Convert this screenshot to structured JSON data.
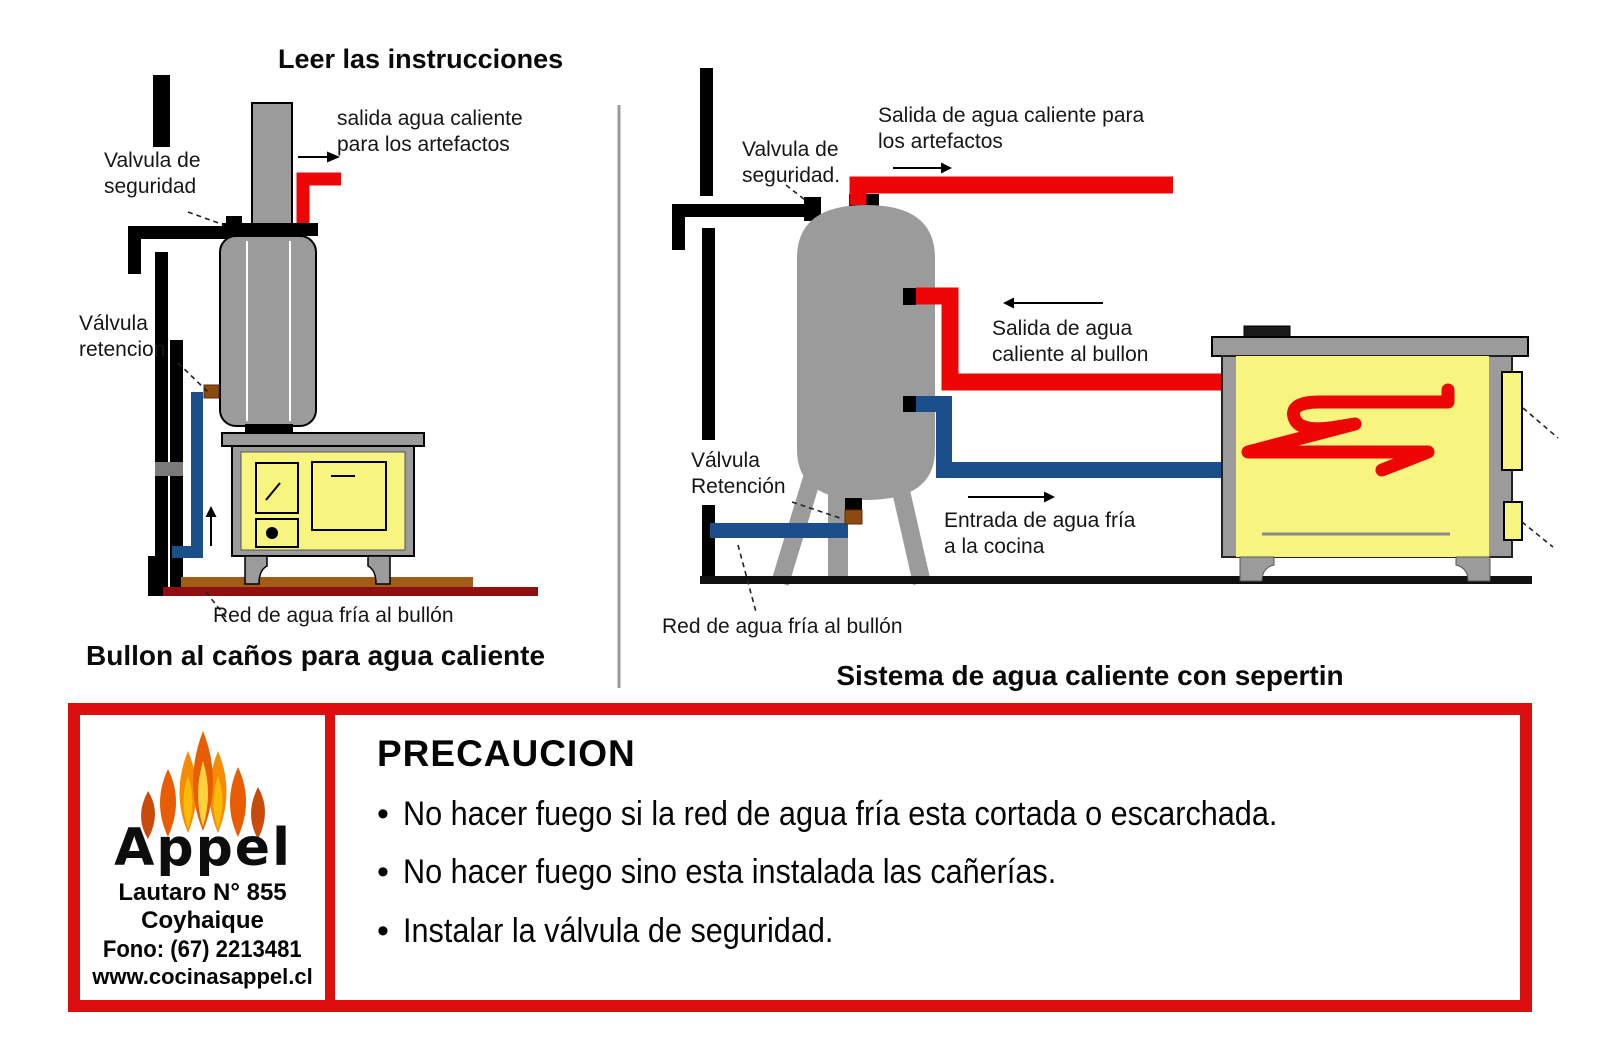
{
  "left_diagram": {
    "title": "Leer las instrucciones",
    "hot_out_label": "salida agua caliente\npara los artefactos",
    "safety_valve_label": "Valvula de\nseguridad",
    "retention_valve_label": "Válvula\nretencion",
    "cold_supply_label": "Red de agua fría al bullón",
    "caption": "Bullon al caños para agua caliente"
  },
  "right_diagram": {
    "safety_valve_label": "Valvula de\nseguridad.",
    "hot_out_label": "Salida de agua caliente para\nlos artefactos",
    "hot_to_tank_label": "Salida de agua\ncaliente al bullon",
    "retention_valve_label": "Válvula\nRetención",
    "cold_in_label": "Entrada de agua fría\na la cocina",
    "cold_supply_label": "Red de agua fría al bullón",
    "caption": "Sistema de agua caliente con sepertin"
  },
  "footer": {
    "brand": "Appel",
    "address_line1": "Lautaro N° 855",
    "address_line2": "Coyhaique",
    "phone": "Fono: (67) 2213481",
    "website": "www.cocinasappel.cl",
    "warning_title": "PRECAUCION",
    "warning_bullets": [
      "No hacer fuego si la red de agua fría esta cortada o escarchada.",
      "No hacer fuego sino esta instalada las cañerías.",
      "Instalar la válvula de seguridad."
    ]
  },
  "colors": {
    "hot_pipe_red": "#ee0505",
    "cold_pipe_blue": "#1a4f8c",
    "stove_yellow": "#f7f47f",
    "metal_gray": "#9b9b9b",
    "floor_brown": "#a15c15",
    "floor_dark_red": "#8e1010",
    "warning_border_red": "#dd0e0e"
  }
}
